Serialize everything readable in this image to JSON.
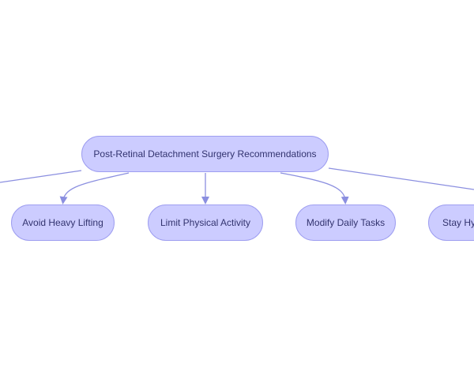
{
  "diagram": {
    "root": {
      "label": "Post-Retinal Detachment Surgery Recommendations"
    },
    "children": [
      {
        "label": "Avoid Heavy Lifting"
      },
      {
        "label": "Limit Physical Activity"
      },
      {
        "label": "Modify Daily Tasks"
      },
      {
        "label": "Stay Hydrated"
      }
    ]
  },
  "colors": {
    "node_fill": "#ccccff",
    "node_border": "#9e9ef0",
    "edge": "#8b8fe0",
    "text": "#32336e"
  }
}
